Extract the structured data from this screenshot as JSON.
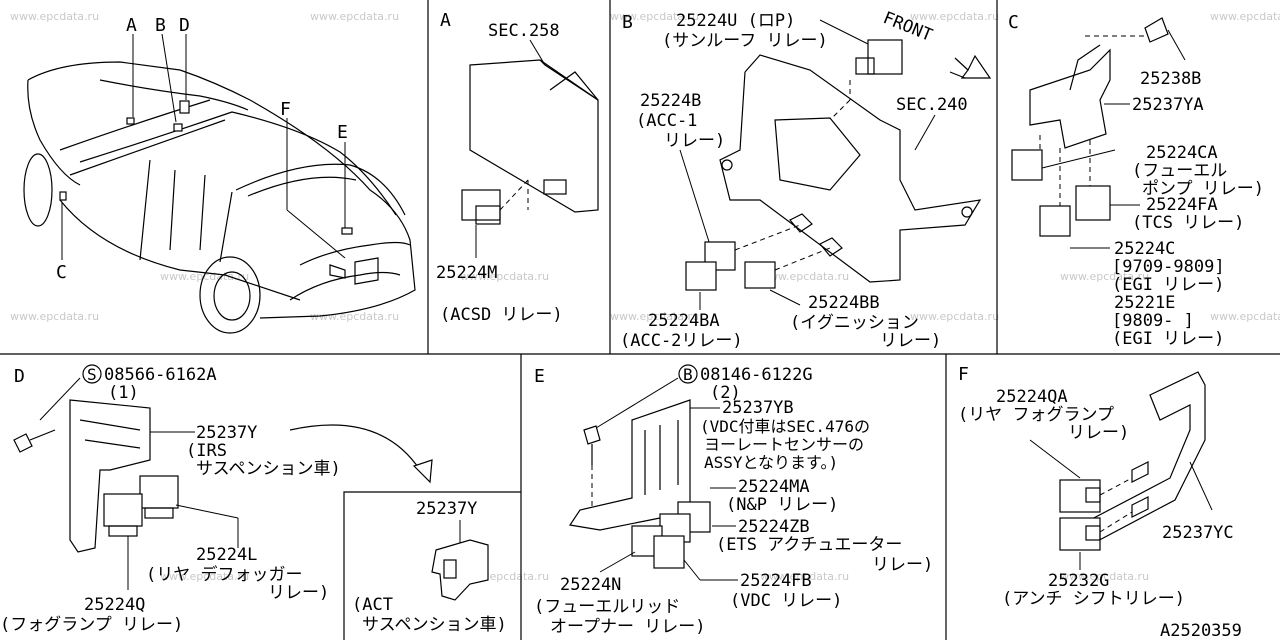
{
  "watermark": "www.epcdata.ru",
  "figure_id": "A2520359",
  "panel_letters": [
    "A",
    "B",
    "C",
    "D",
    "E",
    "F"
  ],
  "overview": {
    "callouts": [
      "A",
      "B",
      "D",
      "F",
      "E",
      "C"
    ]
  },
  "panel_a": {
    "sec": "SEC.258",
    "part": "25224M",
    "note": "(ACSD リレー)"
  },
  "panel_b": {
    "p1": "25224U (ロP)",
    "p1_note": "(サンルーフ リレー)",
    "front": "FRONT",
    "sec": "SEC.240",
    "p2": "25224B",
    "p2_note1": "(ACC-1",
    "p2_note2": "リレー)",
    "p3": "25224BA",
    "p3_note": "(ACC-2リレー)",
    "p4": "25224BB",
    "p4_note1": "(イグニッション",
    "p4_note2": "リレー)"
  },
  "panel_c": {
    "p1": "25238B",
    "p2": "25237YA",
    "p3": "25224CA",
    "p3_note1": "(フューエル",
    "p3_note2": "ポンプ リレー)",
    "p4": "25224FA",
    "p4_note": "(TCS リレー)",
    "p5": "25224C",
    "p5_date": "[9709-9809]",
    "p5_note": "(EGI リレー)",
    "p6": "25221E",
    "p6_date": "[9809-    ]",
    "p6_note": "(EGI リレー)"
  },
  "panel_d": {
    "bolt": "08566-6162A",
    "bolt_qty": "(1)",
    "p1": "25237Y",
    "p1_note1": "(IRS",
    "p1_note2": "サスペンション車)",
    "p2": "25224L",
    "p2_note1": "(リヤ  デフォッガー",
    "p2_note2": "リレー)",
    "p3": "25224Q",
    "p3_note": "(フォグランプ  リレー)",
    "inset_part": "25237Y",
    "inset_note1": "(ACT",
    "inset_note2": "サスペンション車)"
  },
  "panel_e": {
    "bolt": "08146-6122G",
    "bolt_qty": "(2)",
    "p1": "25237YB",
    "p1_note1": "(VDC付車はSEC.476の",
    "p1_note2": "ヨーレートセンサーの",
    "p1_note3": "ASSYとなります。)",
    "p2": "25224MA",
    "p2_note": "(N&P リレー)",
    "p3": "25224ZB",
    "p3_note1": "(ETS  アクチュエーター",
    "p3_note2": "リレー)",
    "p4": "25224N",
    "p4_note1": "(フューエルリッド",
    "p4_note2": "オープナー  リレー)",
    "p5": "25224FB",
    "p5_note": "(VDC リレー)"
  },
  "panel_f": {
    "p1": "25224QA",
    "p1_note1": "(リヤ フォグランプ",
    "p1_note2": "リレー)",
    "p2": "25237YC",
    "p3": "25232G",
    "p3_note": "(アンチ シフトリレー)"
  }
}
